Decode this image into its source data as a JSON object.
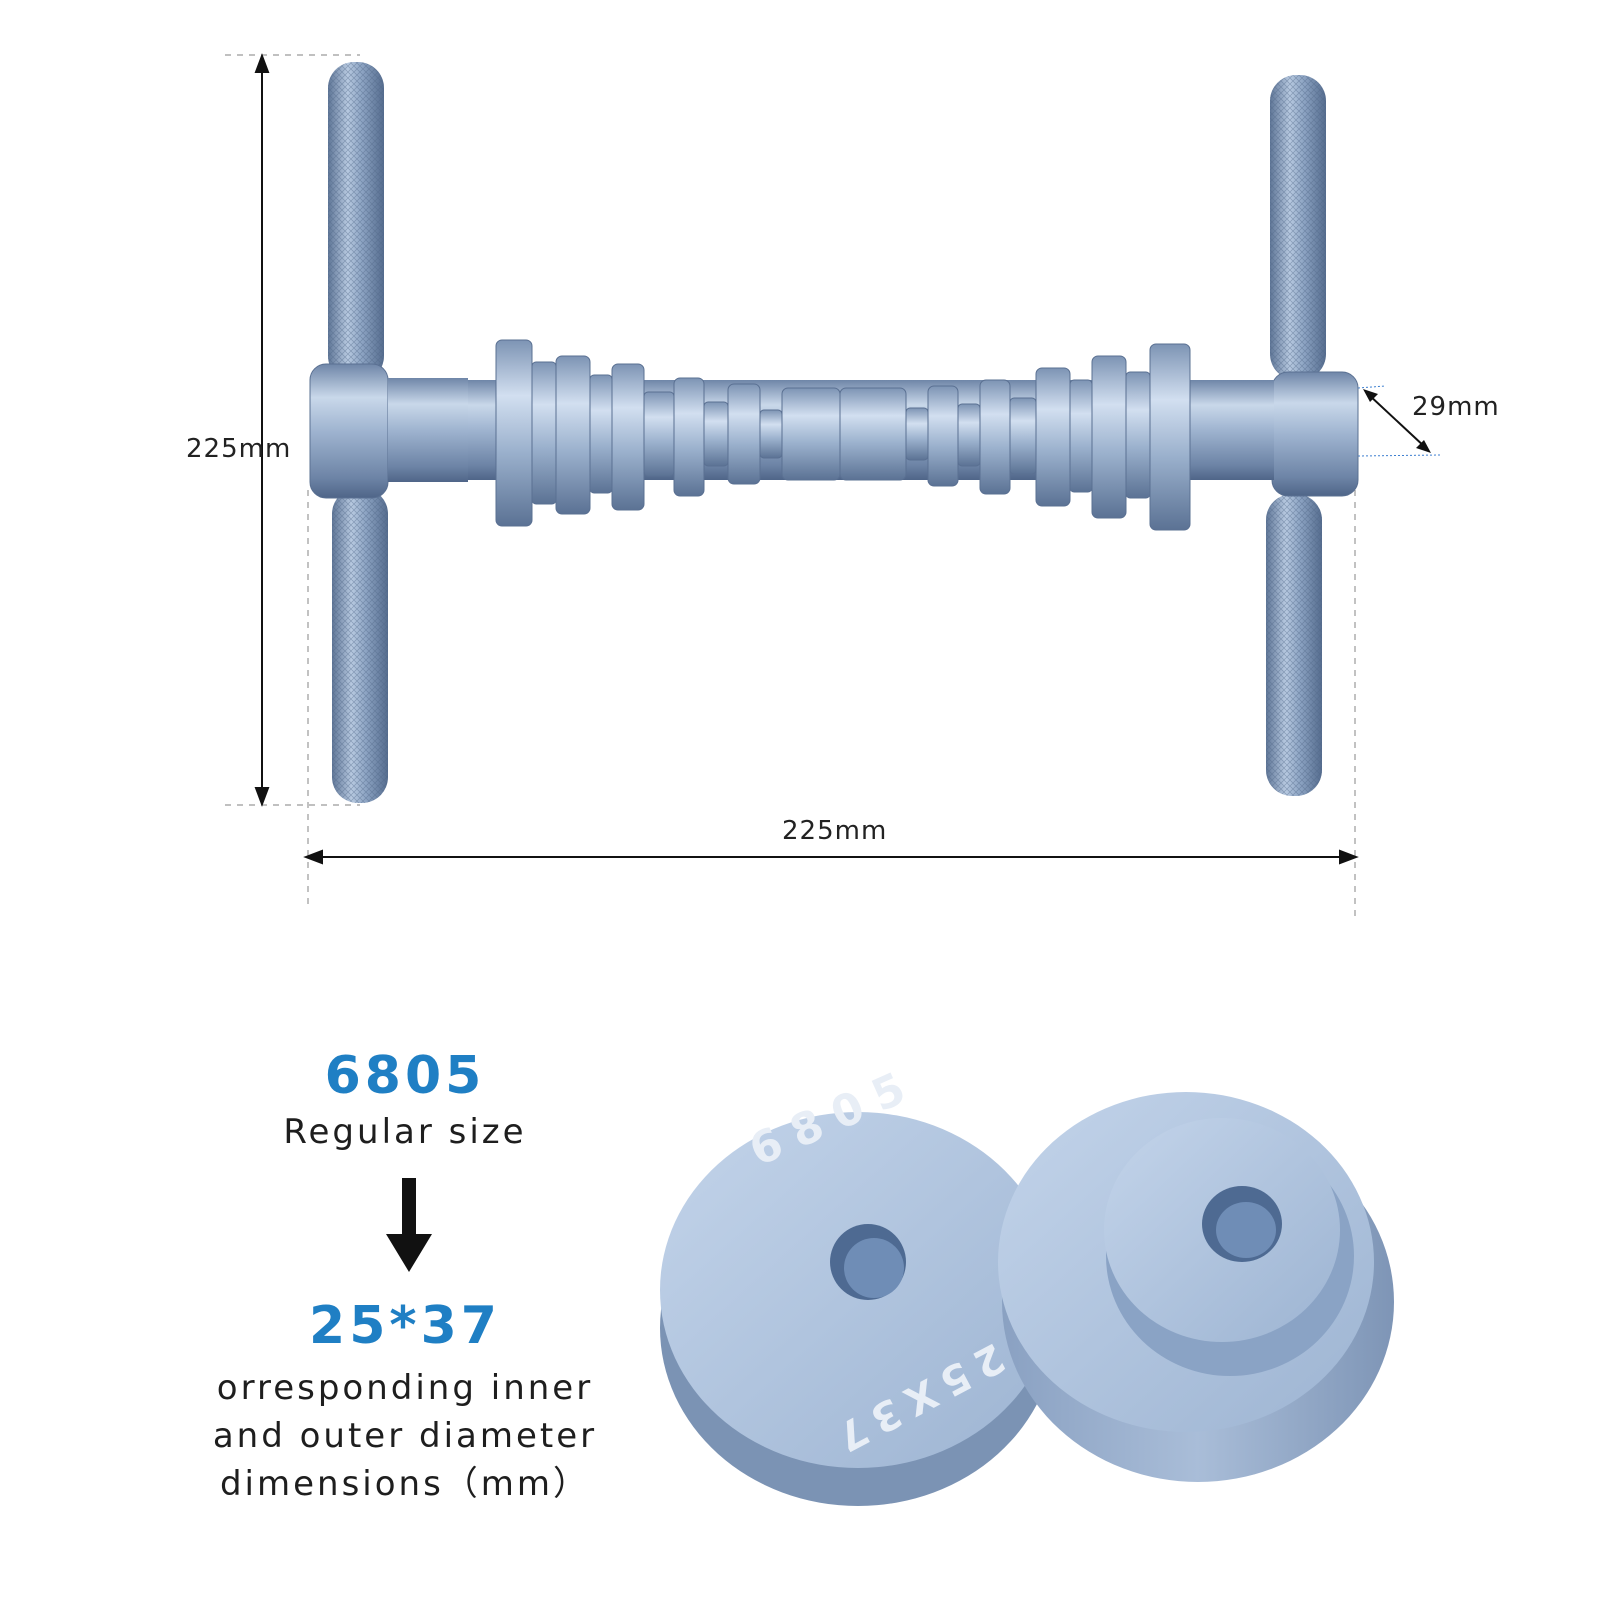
{
  "tool_dimensions": {
    "height_label": "225mm",
    "width_label": "225mm",
    "diameter_label": "29mm"
  },
  "spec": {
    "bearing_code": "6805",
    "bearing_caption": "Regular size",
    "dimension_code": "25*37",
    "description_lines": [
      "orresponding inner",
      "and outer diameter",
      "dimensions（mm）"
    ]
  },
  "adapter_engraving": {
    "code": "6805",
    "size": "25X37"
  },
  "colors": {
    "metal_blue": "#8fa8c8",
    "accent_blue": "#1f7fc4"
  },
  "icons": [
    "down-arrow-icon"
  ]
}
